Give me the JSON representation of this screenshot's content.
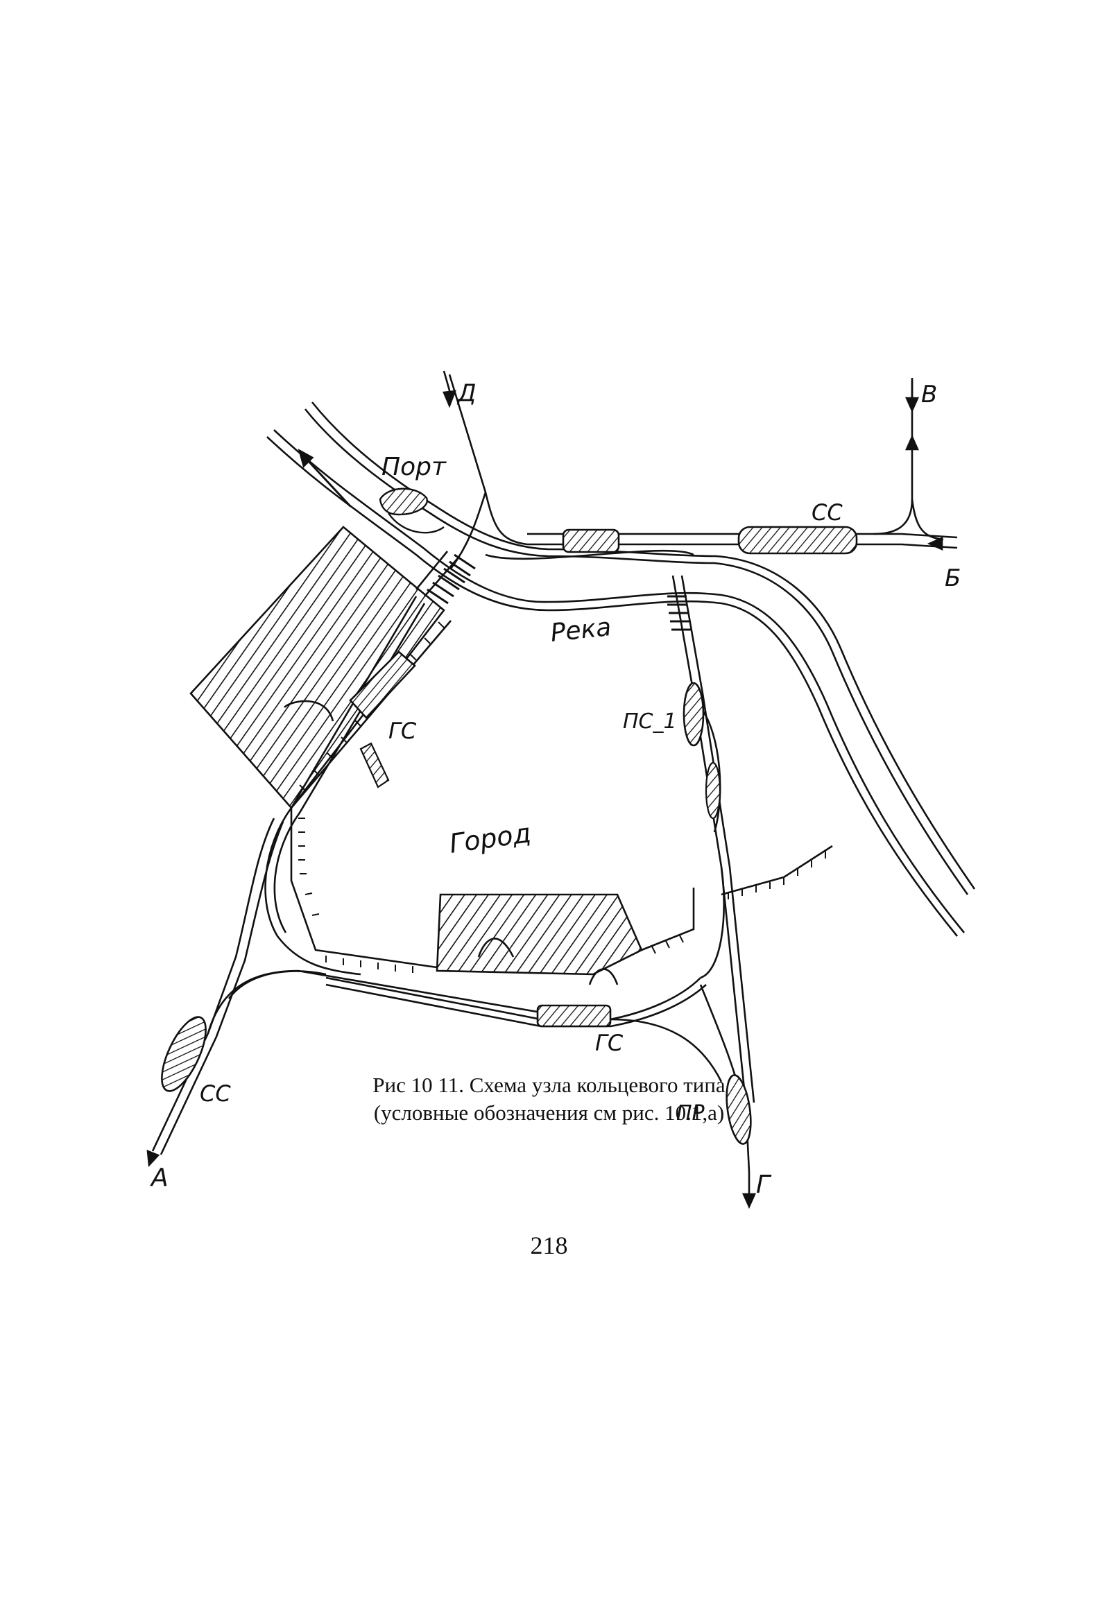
{
  "labels": {
    "d": "Д",
    "v": "В",
    "b": "Б",
    "g": "Г",
    "a": "А",
    "port": "Порт",
    "river": "Река",
    "city": "Город",
    "ss_top": "СС",
    "ss_bottom": "СС",
    "gs_left": "ГС",
    "gs_bottom": "ГС",
    "ps": "ПС_1",
    "pr": "ПР"
  },
  "caption": {
    "line1": "Рис  10 11. Схема узла кольцевого типа",
    "line2": "(условные обозначения см  рис. 10.1,а)"
  },
  "page_number": "218"
}
